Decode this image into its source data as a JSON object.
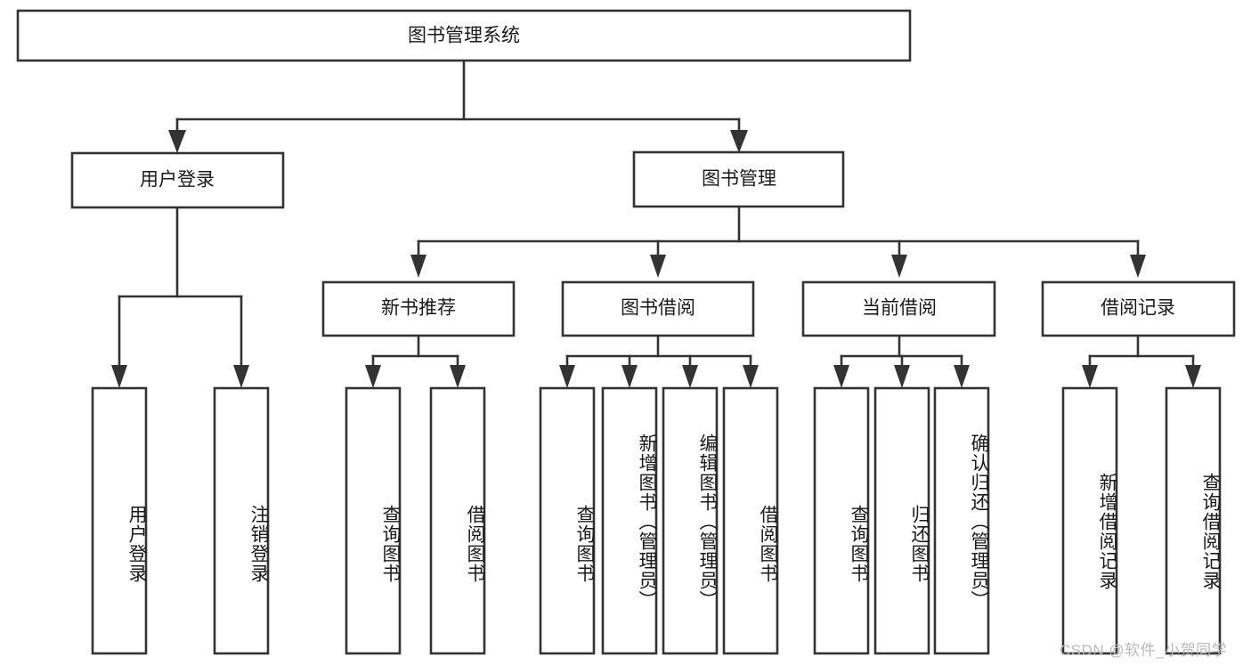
{
  "diagram": {
    "type": "tree-hierarchy",
    "title": "图书管理系统",
    "orientation": "top-down",
    "colors": {
      "box_stroke": "#333333",
      "box_fill": "#ffffff",
      "text": "#1a1a1a",
      "background": "#ffffff",
      "watermark": "#b9b9b9"
    },
    "levels": 4,
    "nodes": {
      "root": {
        "label": "图书管理系统",
        "level": 0,
        "orient": "horizontal"
      },
      "user_login": {
        "label": "用户登录",
        "level": 1,
        "orient": "horizontal"
      },
      "book_manage": {
        "label": "图书管理",
        "level": 1,
        "orient": "horizontal"
      },
      "new_book_rec": {
        "label": "新书推荐",
        "level": 2,
        "orient": "horizontal"
      },
      "book_borrow": {
        "label": "图书借阅",
        "level": 2,
        "orient": "horizontal"
      },
      "current_borrow": {
        "label": "当前借阅",
        "level": 2,
        "orient": "horizontal"
      },
      "borrow_record": {
        "label": "借阅记录",
        "level": 2,
        "orient": "horizontal"
      },
      "leaf_user_login": {
        "label": "用户登录",
        "level": 3,
        "orient": "vertical"
      },
      "leaf_logout": {
        "label": "注销登录",
        "level": 3,
        "orient": "vertical"
      },
      "leaf_query_book_1": {
        "label": "查询图书",
        "level": 3,
        "orient": "vertical"
      },
      "leaf_borrow_book_1": {
        "label": "借阅图书",
        "level": 3,
        "orient": "vertical"
      },
      "leaf_query_book_2": {
        "label": "查询图书",
        "level": 3,
        "orient": "vertical"
      },
      "leaf_add_book": {
        "label": "新增图书（管理员）",
        "level": 3,
        "orient": "vertical"
      },
      "leaf_edit_book": {
        "label": "编辑图书（管理员）",
        "level": 3,
        "orient": "vertical"
      },
      "leaf_borrow_book_2": {
        "label": "借阅图书",
        "level": 3,
        "orient": "vertical"
      },
      "leaf_query_book_3": {
        "label": "查询图书",
        "level": 3,
        "orient": "vertical"
      },
      "leaf_return_book": {
        "label": "归还图书",
        "level": 3,
        "orient": "vertical"
      },
      "leaf_confirm_return": {
        "label": "确认归还（管理员）",
        "level": 3,
        "orient": "vertical"
      },
      "leaf_add_record": {
        "label": "新增借阅记录",
        "level": 3,
        "orient": "vertical"
      },
      "leaf_query_record": {
        "label": "查询借阅记录",
        "level": 3,
        "orient": "vertical"
      }
    },
    "edges": [
      {
        "from": "root",
        "to": "user_login"
      },
      {
        "from": "root",
        "to": "book_manage"
      },
      {
        "from": "book_manage",
        "to": "new_book_rec"
      },
      {
        "from": "book_manage",
        "to": "book_borrow"
      },
      {
        "from": "book_manage",
        "to": "current_borrow"
      },
      {
        "from": "book_manage",
        "to": "borrow_record"
      },
      {
        "from": "user_login",
        "to": "leaf_user_login"
      },
      {
        "from": "user_login",
        "to": "leaf_logout"
      },
      {
        "from": "new_book_rec",
        "to": "leaf_query_book_1"
      },
      {
        "from": "new_book_rec",
        "to": "leaf_borrow_book_1"
      },
      {
        "from": "book_borrow",
        "to": "leaf_query_book_2"
      },
      {
        "from": "book_borrow",
        "to": "leaf_add_book"
      },
      {
        "from": "book_borrow",
        "to": "leaf_edit_book"
      },
      {
        "from": "book_borrow",
        "to": "leaf_borrow_book_2"
      },
      {
        "from": "current_borrow",
        "to": "leaf_query_book_3"
      },
      {
        "from": "current_borrow",
        "to": "leaf_return_book"
      },
      {
        "from": "current_borrow",
        "to": "leaf_confirm_return"
      },
      {
        "from": "borrow_record",
        "to": "leaf_add_record"
      },
      {
        "from": "borrow_record",
        "to": "leaf_query_record"
      }
    ]
  },
  "watermark": {
    "text": "CSDN @软件_小贺同学"
  }
}
